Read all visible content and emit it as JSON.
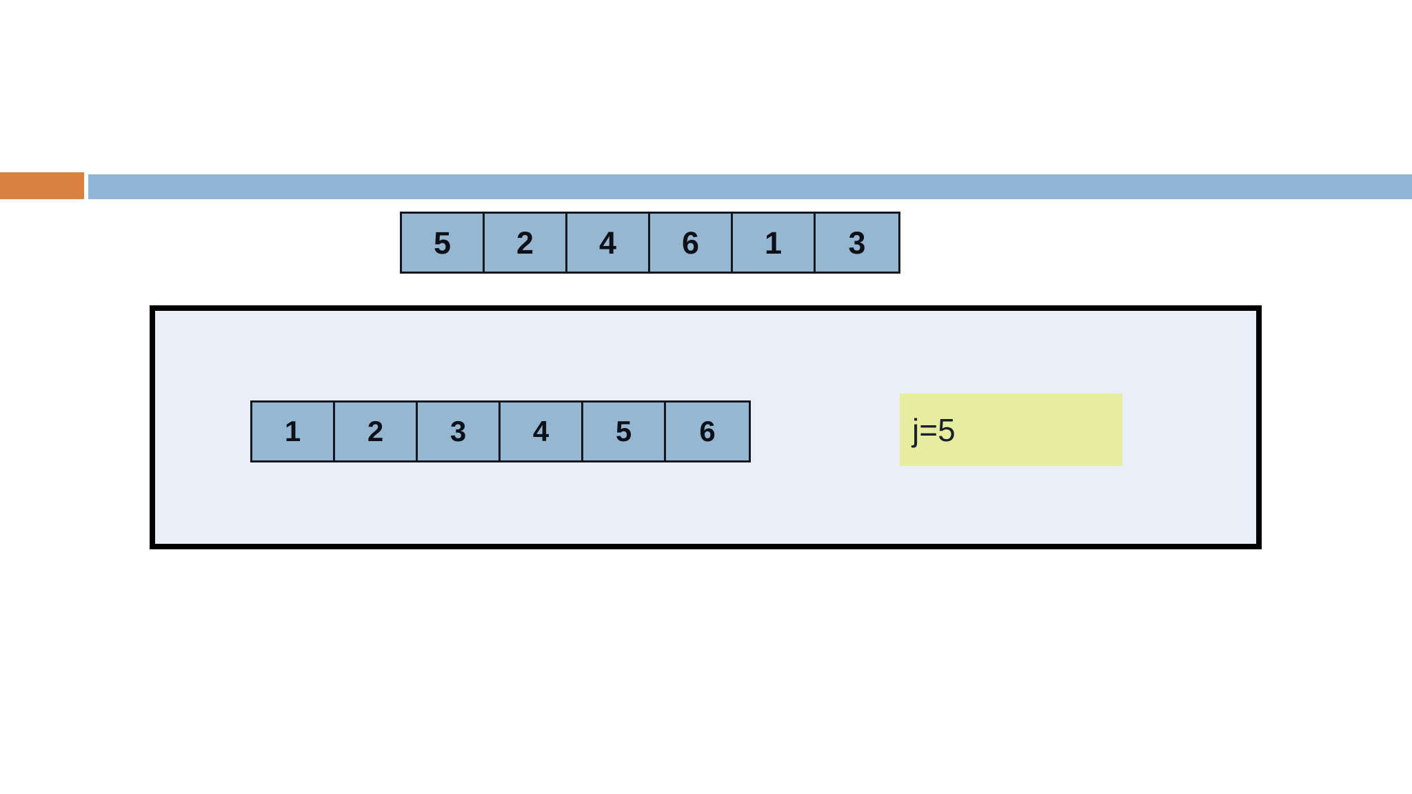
{
  "slide": {
    "title": "",
    "background_color": "#ffffff"
  },
  "header": {
    "accent_bar_orange": {
      "color": "#d98240",
      "label": "orange-accent-bar"
    },
    "accent_bar_blue": {
      "color": "#8fb4d4",
      "label": "blue-accent-bar"
    }
  },
  "top_array": {
    "name": "input-array",
    "cell_color": "#96b7d2",
    "border_color": "#11161f",
    "values": [
      "5",
      "2",
      "4",
      "6",
      "1",
      "3"
    ]
  },
  "main_panel": {
    "name": "sorted-state-panel",
    "background_color": "#eaeef7",
    "border_color": "#000000"
  },
  "bottom_array": {
    "name": "sorted-array",
    "cell_color": "#96b7d2",
    "border_color": "#11161f",
    "values": [
      "1",
      "2",
      "3",
      "4",
      "5",
      "6"
    ]
  },
  "iteration_label": {
    "name": "loop-variable-annotation",
    "text": "j=5",
    "background_color": "#e6eda0",
    "text_color": "#1b1f27"
  }
}
